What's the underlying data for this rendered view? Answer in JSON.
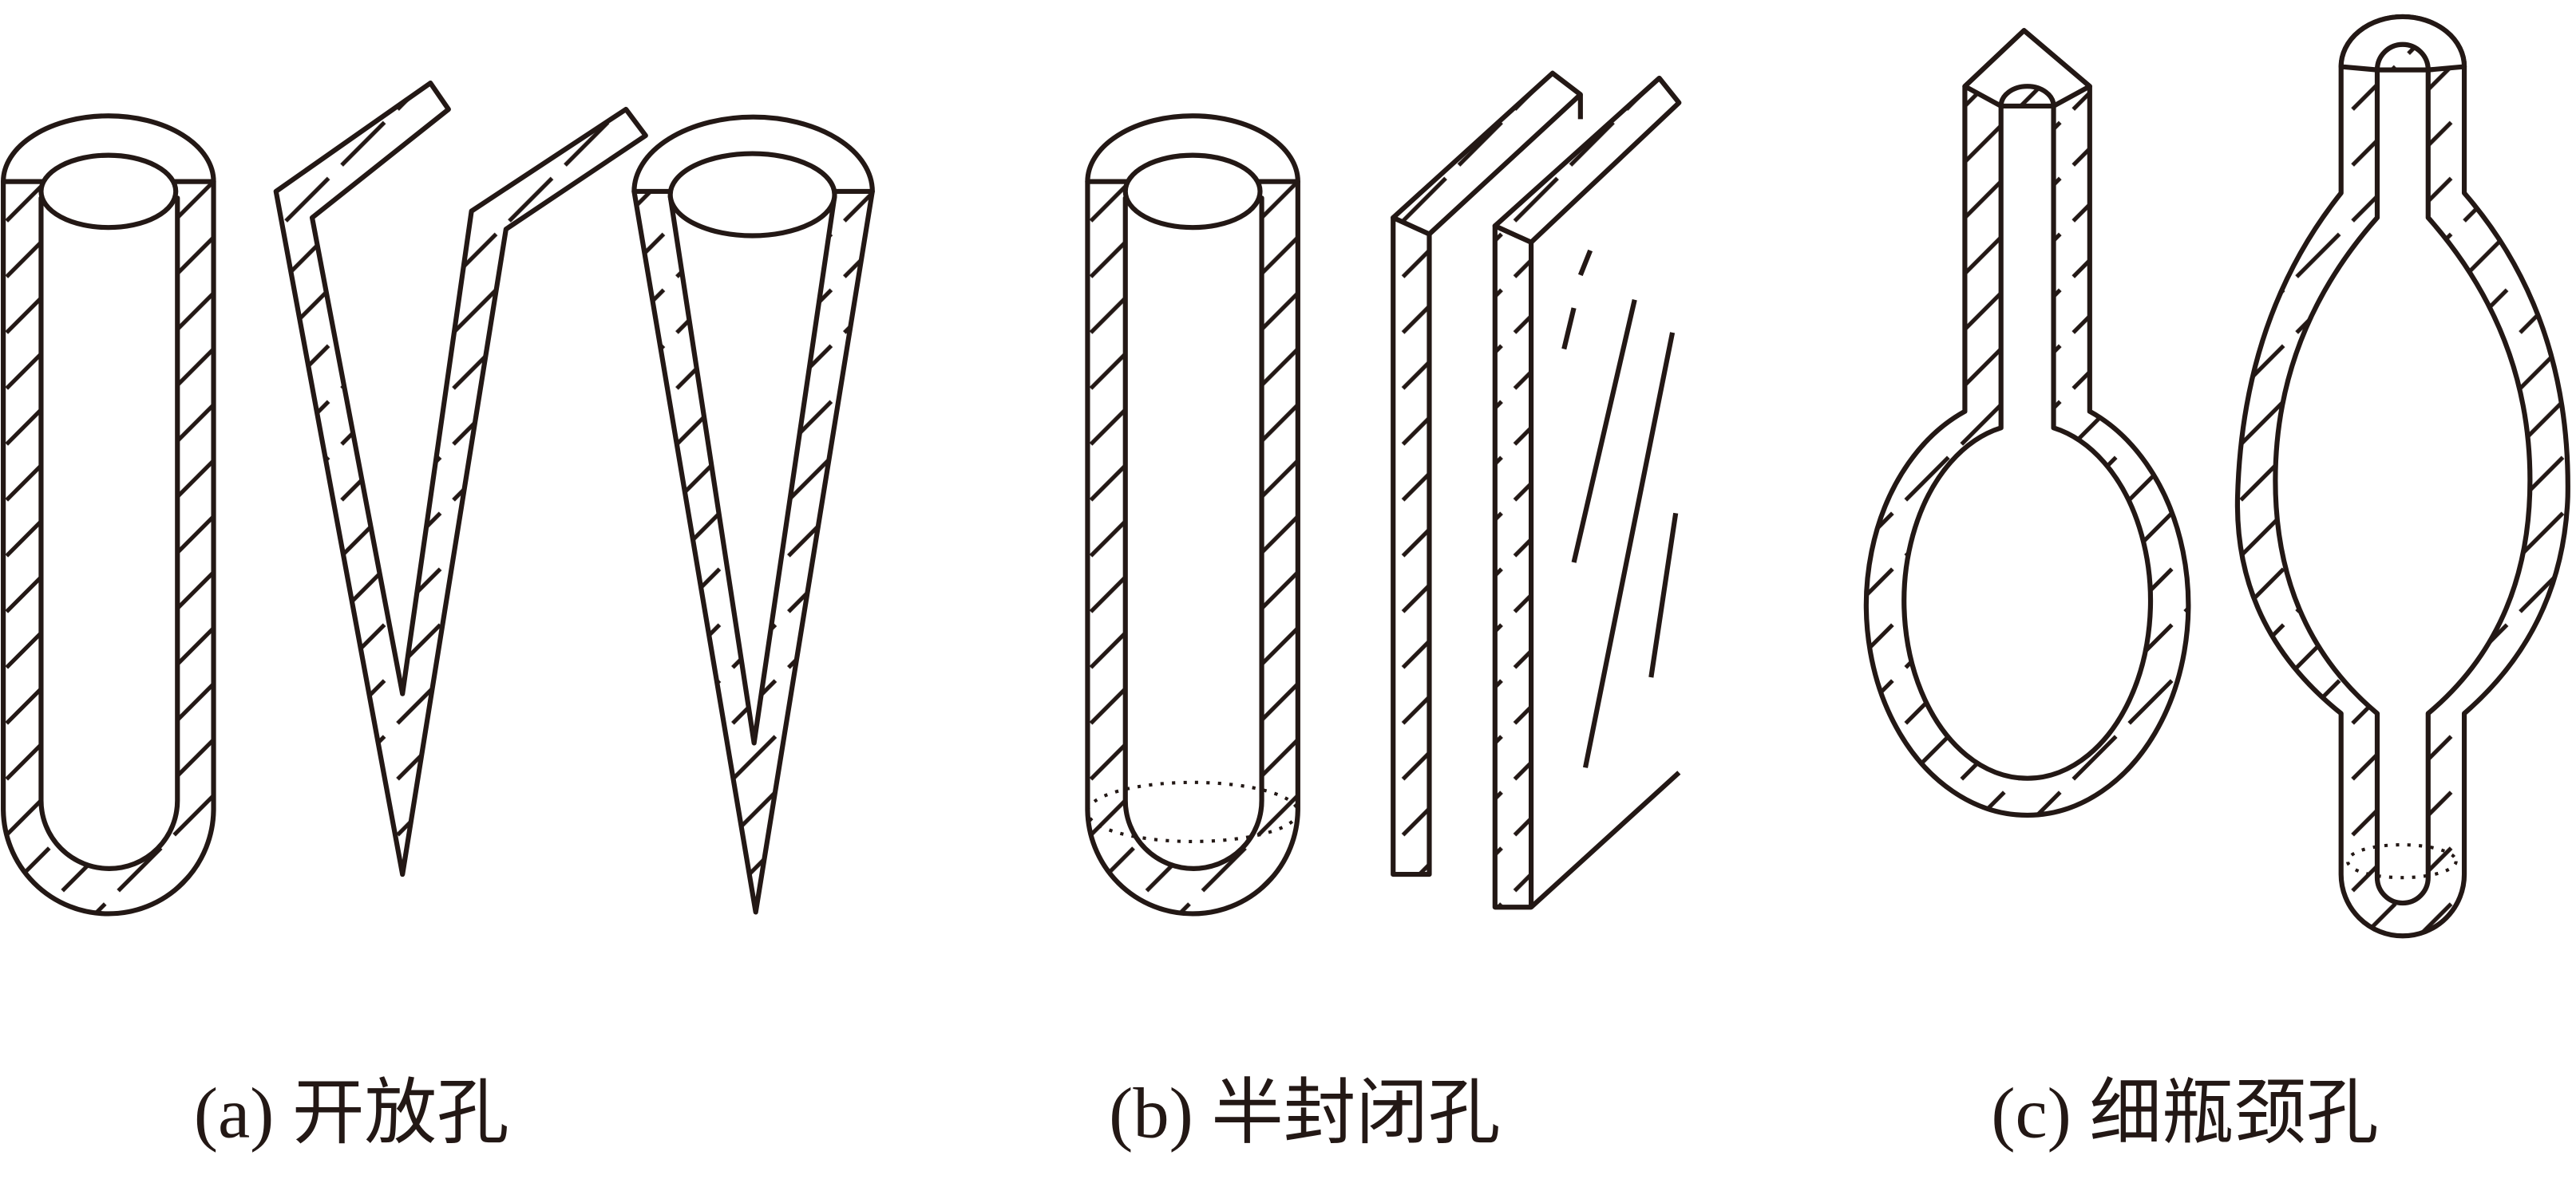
{
  "figure": {
    "labels": {
      "a": "(a) 开放孔",
      "b": "(b) 半封闭孔",
      "c": "(c) 细瓶颈孔"
    }
  }
}
